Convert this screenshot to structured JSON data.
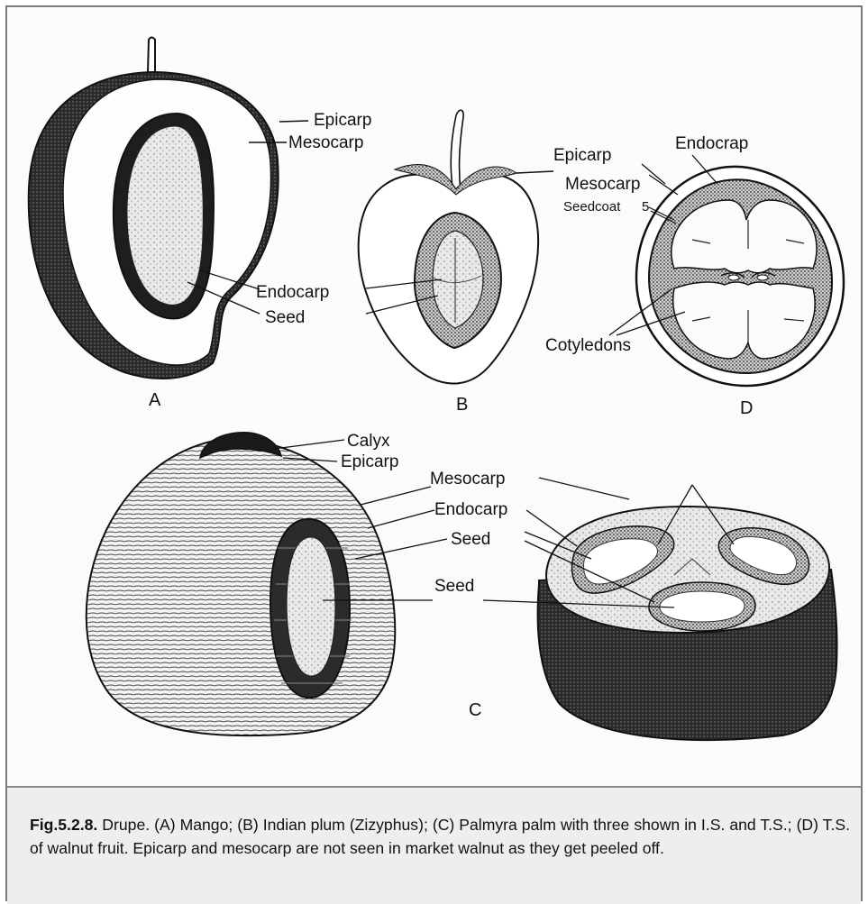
{
  "figure": {
    "panels": {
      "A": {
        "letter": "A",
        "labels": {
          "epicarp": "Epicarp",
          "mesocarp": "Mesocarp",
          "endocarp": "Endocarp",
          "seed": "Seed"
        }
      },
      "B": {
        "letter": "B",
        "labels": {
          "epicarp": "Epicarp"
        }
      },
      "D": {
        "letter": "D",
        "labels": {
          "endocarp": "Endocrap",
          "mesocarp": "Mesocarp",
          "seedcoat": "Seedcoat",
          "seedcoat_mark": "5",
          "cotyledons": "Cotyledons"
        }
      },
      "C": {
        "letter": "C",
        "labels": {
          "calyx": "Calyx",
          "epicarp": "Epicarp",
          "mesocarp": "Mesocarp",
          "endocarp": "Endocarp",
          "seed_upper": "Seed",
          "seed_lower": "Seed"
        }
      }
    }
  },
  "caption": {
    "figure_number": "Fig.5.2.8.",
    "text": " Drupe. (A) Mango; (B) Indian plum (Zizyphus); (C) Palmyra palm with three shown in I.S. and T.S.; (D) T.S. of walnut fruit. Epicarp and mesocarp are not seen in market walnut as they get peeled off."
  }
}
